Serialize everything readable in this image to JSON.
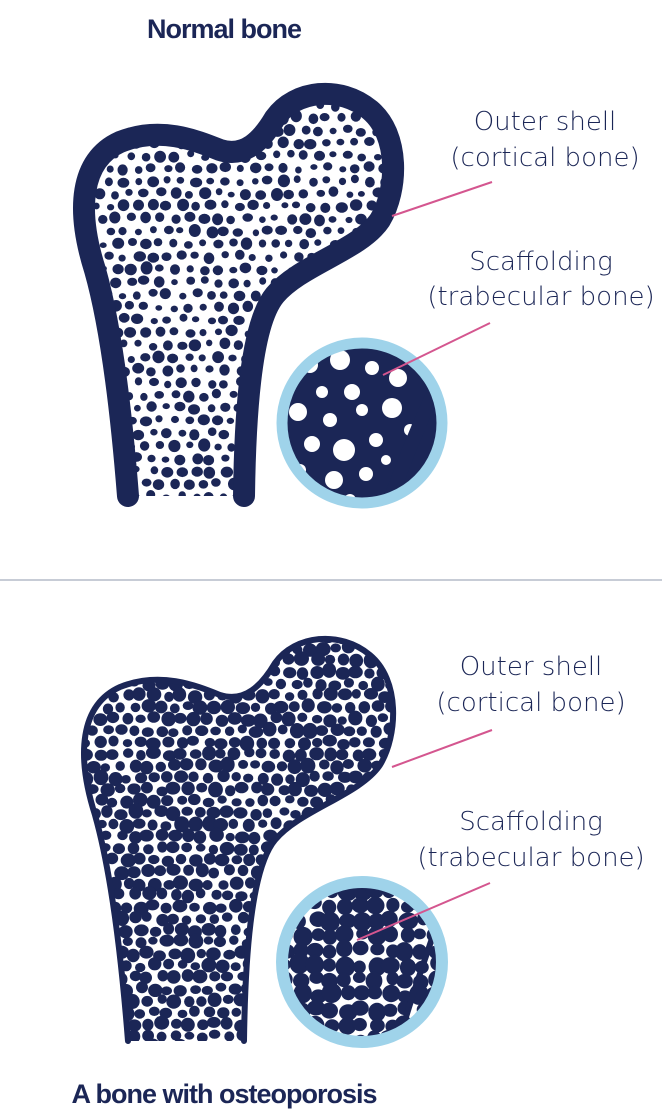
{
  "colors": {
    "navy": "#1B2656",
    "pink": "#D4568F",
    "light_blue": "#9FD3EA",
    "divider": "#C7CCD6",
    "background": "#FFFFFF"
  },
  "panels": [
    {
      "title": "Normal bone",
      "cortical_label": [
        "Outer shell",
        "(cortical bone)"
      ],
      "trabecular_label": [
        "Scaffolding",
        "(trabecular bone)"
      ],
      "shell": "thick",
      "inset_pores": "few-large-gaps"
    },
    {
      "title": "A bone with osteoporosis",
      "cortical_label": [
        "Outer shell",
        "(cortical bone)"
      ],
      "trabecular_label": [
        "Scaffolding",
        "(trabecular bone)"
      ],
      "shell": "thin",
      "inset_pores": "dense-small-gaps"
    }
  ]
}
